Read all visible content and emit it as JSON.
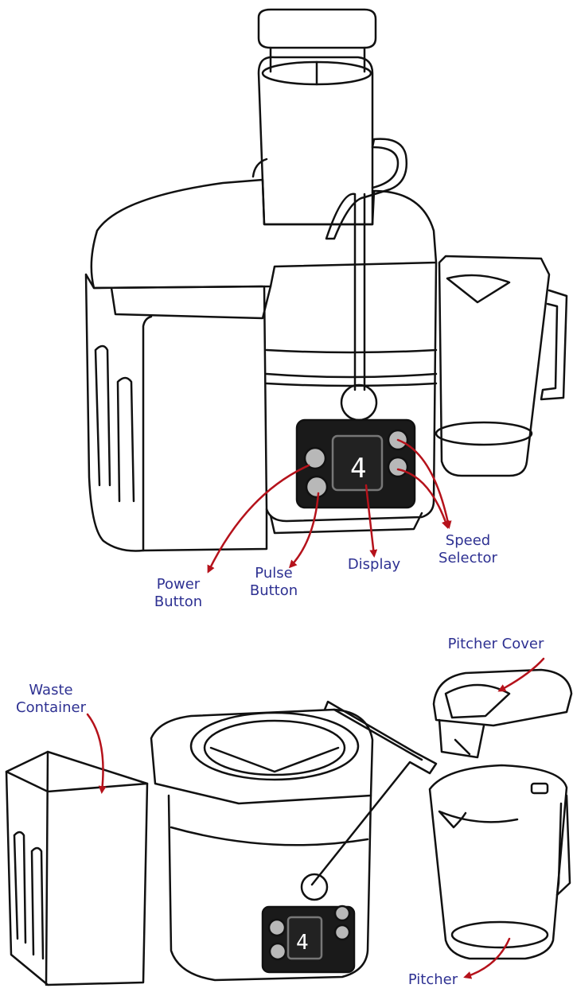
{
  "labels": {
    "power_button": [
      "Power",
      "Button"
    ],
    "pulse_button": [
      "Pulse",
      "Button"
    ],
    "display": [
      "Display"
    ],
    "speed_selector": [
      "Speed",
      "Selector"
    ],
    "pitcher_cover": [
      "Pitcher Cover"
    ],
    "waste_container": [
      "Waste",
      "Container"
    ],
    "pitcher": [
      "Pitcher"
    ]
  },
  "display_digit": "4",
  "colors": {
    "label_text": "#2e3192",
    "arrow": "#b5121b",
    "outline": "#111111",
    "panel": "#1a1a1a",
    "button_fill": "#b8b8b8",
    "background": "#ffffff"
  }
}
